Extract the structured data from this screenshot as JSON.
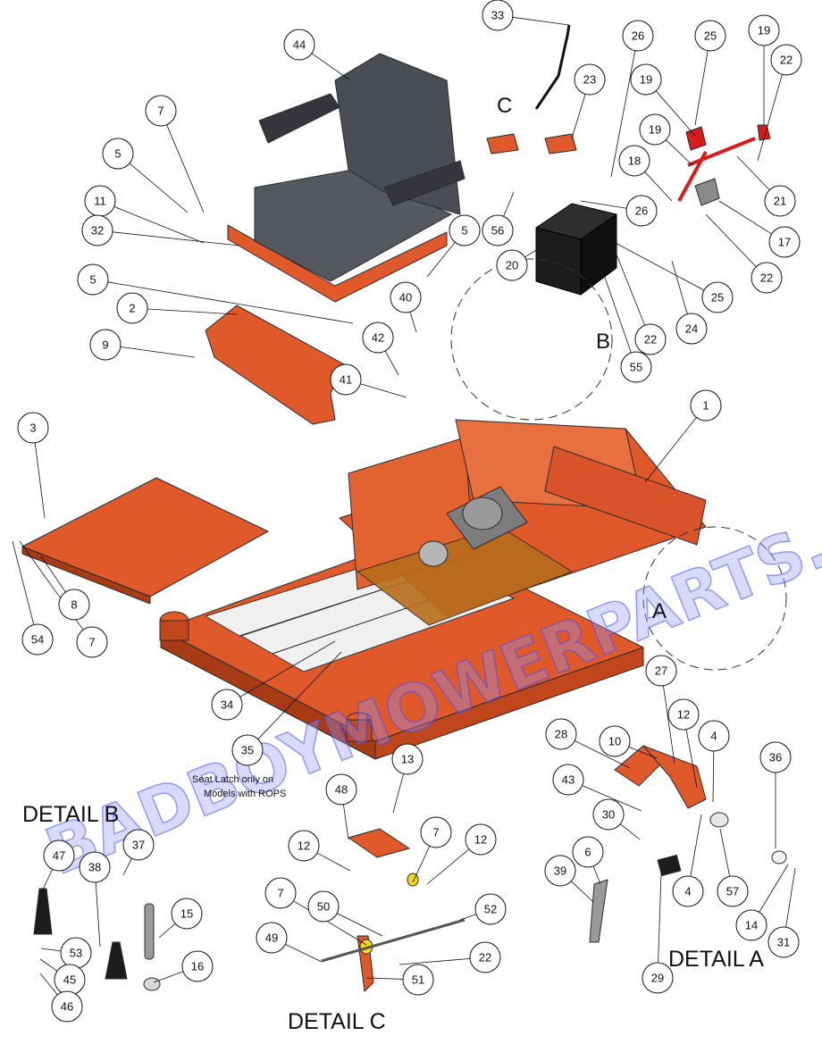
{
  "diagram": {
    "part_numbers": [
      "1",
      "2",
      "3",
      "4",
      "5",
      "6",
      "7",
      "8",
      "9",
      "10",
      "11",
      "12",
      "13",
      "14",
      "15",
      "16",
      "17",
      "18",
      "19",
      "20",
      "21",
      "22",
      "23",
      "24",
      "25",
      "26",
      "27",
      "28",
      "29",
      "30",
      "31",
      "32",
      "33",
      "34",
      "35",
      "36",
      "37",
      "38",
      "39",
      "40",
      "41",
      "42",
      "43",
      "44",
      "45",
      "46",
      "47",
      "48",
      "49",
      "50",
      "51",
      "52",
      "53",
      "54",
      "55",
      "56",
      "57"
    ],
    "callouts": [
      {
        "id": "c33",
        "label": "33"
      },
      {
        "id": "c44",
        "label": "44"
      },
      {
        "id": "c26a",
        "label": "26"
      },
      {
        "id": "c25a",
        "label": "25"
      },
      {
        "id": "c19a",
        "label": "19"
      },
      {
        "id": "c22a",
        "label": "22"
      },
      {
        "id": "c7a",
        "label": "7"
      },
      {
        "id": "c23",
        "label": "23"
      },
      {
        "id": "c19b",
        "label": "19"
      },
      {
        "id": "c5a",
        "label": "5"
      },
      {
        "id": "c19c",
        "label": "19"
      },
      {
        "id": "c18",
        "label": "18"
      },
      {
        "id": "c21",
        "label": "21"
      },
      {
        "id": "c11",
        "label": "11"
      },
      {
        "id": "c26b",
        "label": "26"
      },
      {
        "id": "c17",
        "label": "17"
      },
      {
        "id": "c32",
        "label": "32"
      },
      {
        "id": "c56",
        "label": "56"
      },
      {
        "id": "c5b",
        "label": "5"
      },
      {
        "id": "c20",
        "label": "20"
      },
      {
        "id": "c22b",
        "label": "22"
      },
      {
        "id": "c5c",
        "label": "5"
      },
      {
        "id": "c25b",
        "label": "25"
      },
      {
        "id": "c2",
        "label": "2"
      },
      {
        "id": "c40",
        "label": "40"
      },
      {
        "id": "c24",
        "label": "24"
      },
      {
        "id": "c22c",
        "label": "22"
      },
      {
        "id": "c42",
        "label": "42"
      },
      {
        "id": "c9",
        "label": "9"
      },
      {
        "id": "c55",
        "label": "55"
      },
      {
        "id": "c41",
        "label": "41"
      },
      {
        "id": "c1",
        "label": "1"
      },
      {
        "id": "c3",
        "label": "3"
      },
      {
        "id": "c8",
        "label": "8"
      },
      {
        "id": "c54",
        "label": "54"
      },
      {
        "id": "c7b",
        "label": "7"
      },
      {
        "id": "c34",
        "label": "34"
      },
      {
        "id": "c35",
        "label": "35"
      },
      {
        "id": "c10",
        "label": "10"
      },
      {
        "id": "c27",
        "label": "27"
      },
      {
        "id": "c12a",
        "label": "12"
      },
      {
        "id": "c28",
        "label": "28"
      },
      {
        "id": "c4a",
        "label": "4"
      },
      {
        "id": "c36",
        "label": "36"
      },
      {
        "id": "c13",
        "label": "13"
      },
      {
        "id": "c48",
        "label": "48"
      },
      {
        "id": "c43",
        "label": "43"
      },
      {
        "id": "c30",
        "label": "30"
      },
      {
        "id": "c7c",
        "label": "7"
      },
      {
        "id": "c12b",
        "label": "12"
      },
      {
        "id": "c47",
        "label": "47"
      },
      {
        "id": "c37",
        "label": "37"
      },
      {
        "id": "c12c",
        "label": "12"
      },
      {
        "id": "c6",
        "label": "6"
      },
      {
        "id": "c38",
        "label": "38"
      },
      {
        "id": "c15",
        "label": "15"
      },
      {
        "id": "c39",
        "label": "39"
      },
      {
        "id": "c7d",
        "label": "7"
      },
      {
        "id": "c50",
        "label": "50"
      },
      {
        "id": "c52",
        "label": "52"
      },
      {
        "id": "c4b",
        "label": "4"
      },
      {
        "id": "c57",
        "label": "57"
      },
      {
        "id": "c14",
        "label": "14"
      },
      {
        "id": "c31",
        "label": "31"
      },
      {
        "id": "c53",
        "label": "53"
      },
      {
        "id": "c16",
        "label": "16"
      },
      {
        "id": "c49",
        "label": "49"
      },
      {
        "id": "c22d",
        "label": "22"
      },
      {
        "id": "c29",
        "label": "29"
      },
      {
        "id": "c45",
        "label": "45"
      },
      {
        "id": "c51",
        "label": "51"
      },
      {
        "id": "c46",
        "label": "46"
      }
    ],
    "view_labels": {
      "a": "A",
      "b": "B",
      "c": "C"
    },
    "detail_labels": {
      "a": "DETAIL  A",
      "b": "DETAIL  B",
      "c": "DETAIL  C"
    },
    "note_line1": "Seat Latch only on",
    "note_line2": "Models with ROPS",
    "watermark": "BADBOYMOWERPARTS.COM",
    "colors": {
      "frame": "#e0592a",
      "frame_dark": "#a83b14",
      "seat": "#55585f",
      "seat_dark": "#34363b",
      "red": "#d81b1b",
      "battery": "#1c1c1c",
      "yellow": "#f3d81b",
      "floor": "#b86d1c",
      "watermark": "#8f95ff"
    }
  }
}
